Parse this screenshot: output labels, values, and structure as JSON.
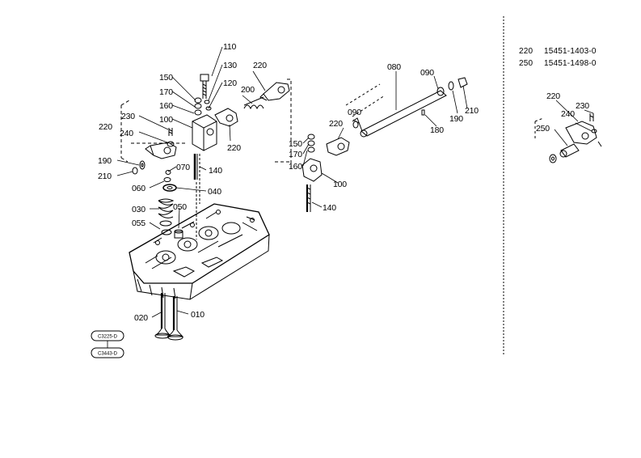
{
  "part_codes": [
    {
      "ref": "220",
      "number": "15451-1403-0"
    },
    {
      "ref": "250",
      "number": "15451-1498-0"
    }
  ],
  "callouts": {
    "c110": "110",
    "c130": "130",
    "c150a": "150",
    "c120": "120",
    "c170a": "170",
    "c160a": "160",
    "c100a": "100",
    "c230a": "230",
    "c220a": "220",
    "c240a": "240",
    "c190a": "190",
    "c210a": "210",
    "c070": "070",
    "c060": "060",
    "c040": "040",
    "c140a": "140",
    "c030": "030",
    "c050": "050",
    "c055": "055",
    "c020": "020",
    "c010": "010",
    "c220b": "220",
    "c200": "200",
    "c220c": "220",
    "c080": "080",
    "c090a": "090",
    "c090b": "090",
    "c220d": "220",
    "c150b": "150",
    "c170b": "170",
    "c160b": "160",
    "c100b": "100",
    "c140b": "140",
    "c180": "180",
    "c190b": "190",
    "c210b": "210",
    "c220e": "220",
    "c230b": "230",
    "c240b": "240",
    "c250": "250"
  },
  "model_badges": [
    "C3225-D",
    "C3443-D"
  ],
  "colors": {
    "ink": "#000000",
    "paper": "#ffffff"
  }
}
